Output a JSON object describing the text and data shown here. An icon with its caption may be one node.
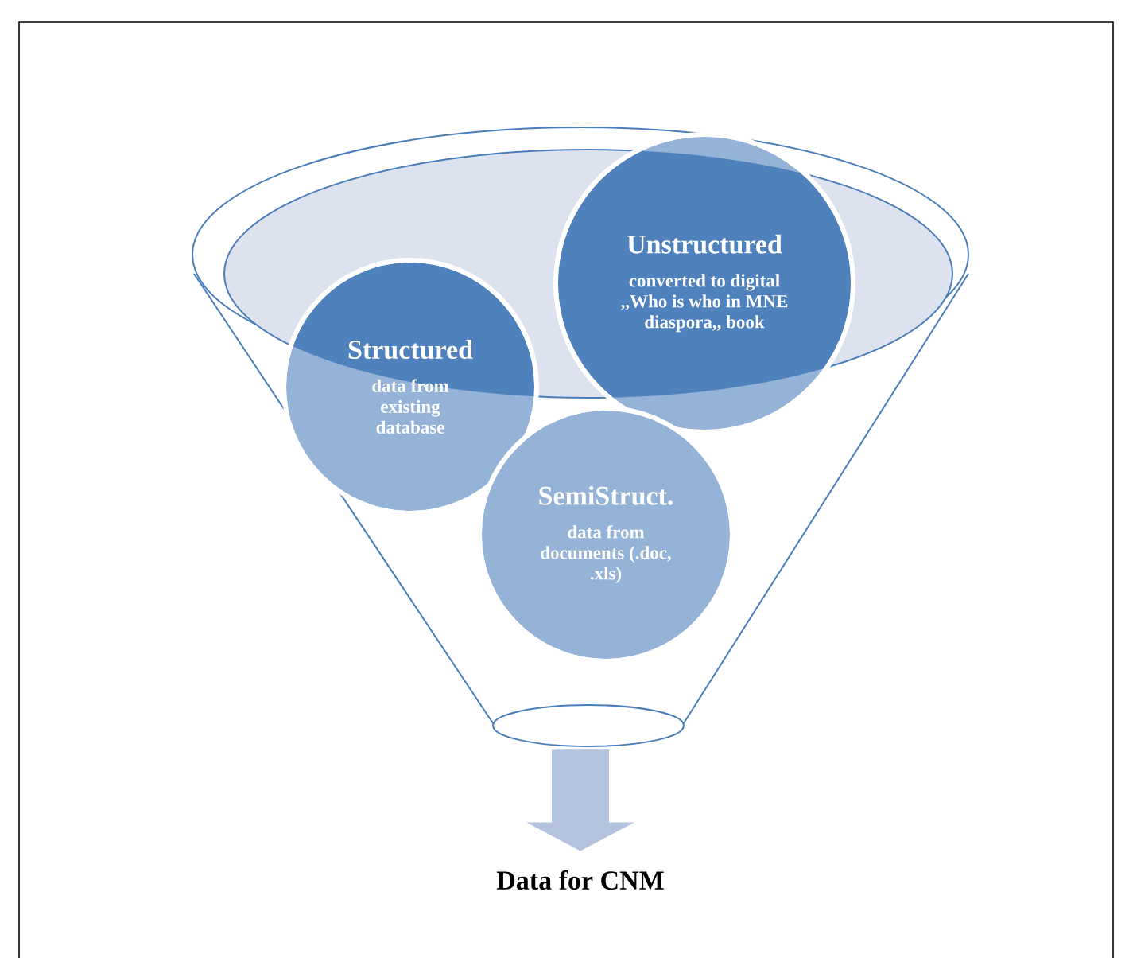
{
  "diagram": {
    "nodes": [
      {
        "text": [],
        "shape": "funnel"
      },
      {
        "text": [
          "Structured",
          "data from existing database"
        ],
        "in": 0
      },
      {
        "text": [
          "Unstructured",
          "converted to digital ,,Who is who in MNE diaspora,, book"
        ],
        "in": 0
      },
      {
        "text": [
          "SemiStruct.",
          "data from documents (.doc, .xls)"
        ],
        "in": 0
      },
      {
        "text": [
          "Data for CNM"
        ]
      }
    ],
    "edges": [
      {
        "from": 0,
        "to": 4,
        "arrow": "to"
      }
    ]
  }
}
